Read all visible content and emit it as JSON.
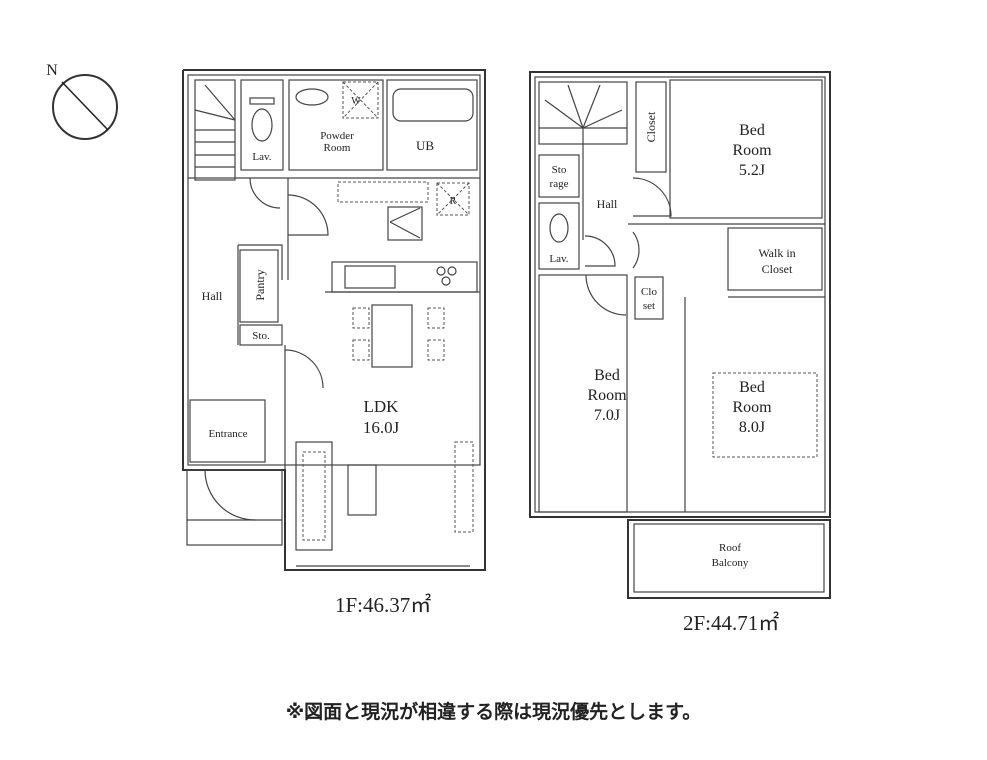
{
  "compass": {
    "label": "N"
  },
  "floor1": {
    "area": "1F:46.37㎡",
    "rooms": {
      "lav": "Lav.",
      "powder_room": [
        "Powder",
        "Room"
      ],
      "ub": "UB",
      "hall": "Hall",
      "pantry": "Pantry",
      "storage": "Sto.",
      "ldk": [
        "LDK",
        "16.0J"
      ],
      "entrance": "Entrance",
      "washer_mark": "W",
      "fridge_mark": "R"
    }
  },
  "floor2": {
    "area": "2F:44.71㎡",
    "rooms": {
      "storage": [
        "Sto",
        "rage"
      ],
      "hall": "Hall",
      "lav": "Lav.",
      "closet_top": "Closet",
      "bed_5": [
        "Bed",
        "Room",
        "5.2J"
      ],
      "walk_in_closet": [
        "Walk in",
        "Closet"
      ],
      "closet_small": [
        "Clo",
        "set"
      ],
      "bed_7": [
        "Bed",
        "Room",
        "7.0J"
      ],
      "bed_8": [
        "Bed",
        "Room",
        "8.0J"
      ],
      "roof_balcony": [
        "Roof",
        "Balcony"
      ]
    }
  },
  "disclaimer": "※図面と現況が相違する際は現況優先とします。"
}
